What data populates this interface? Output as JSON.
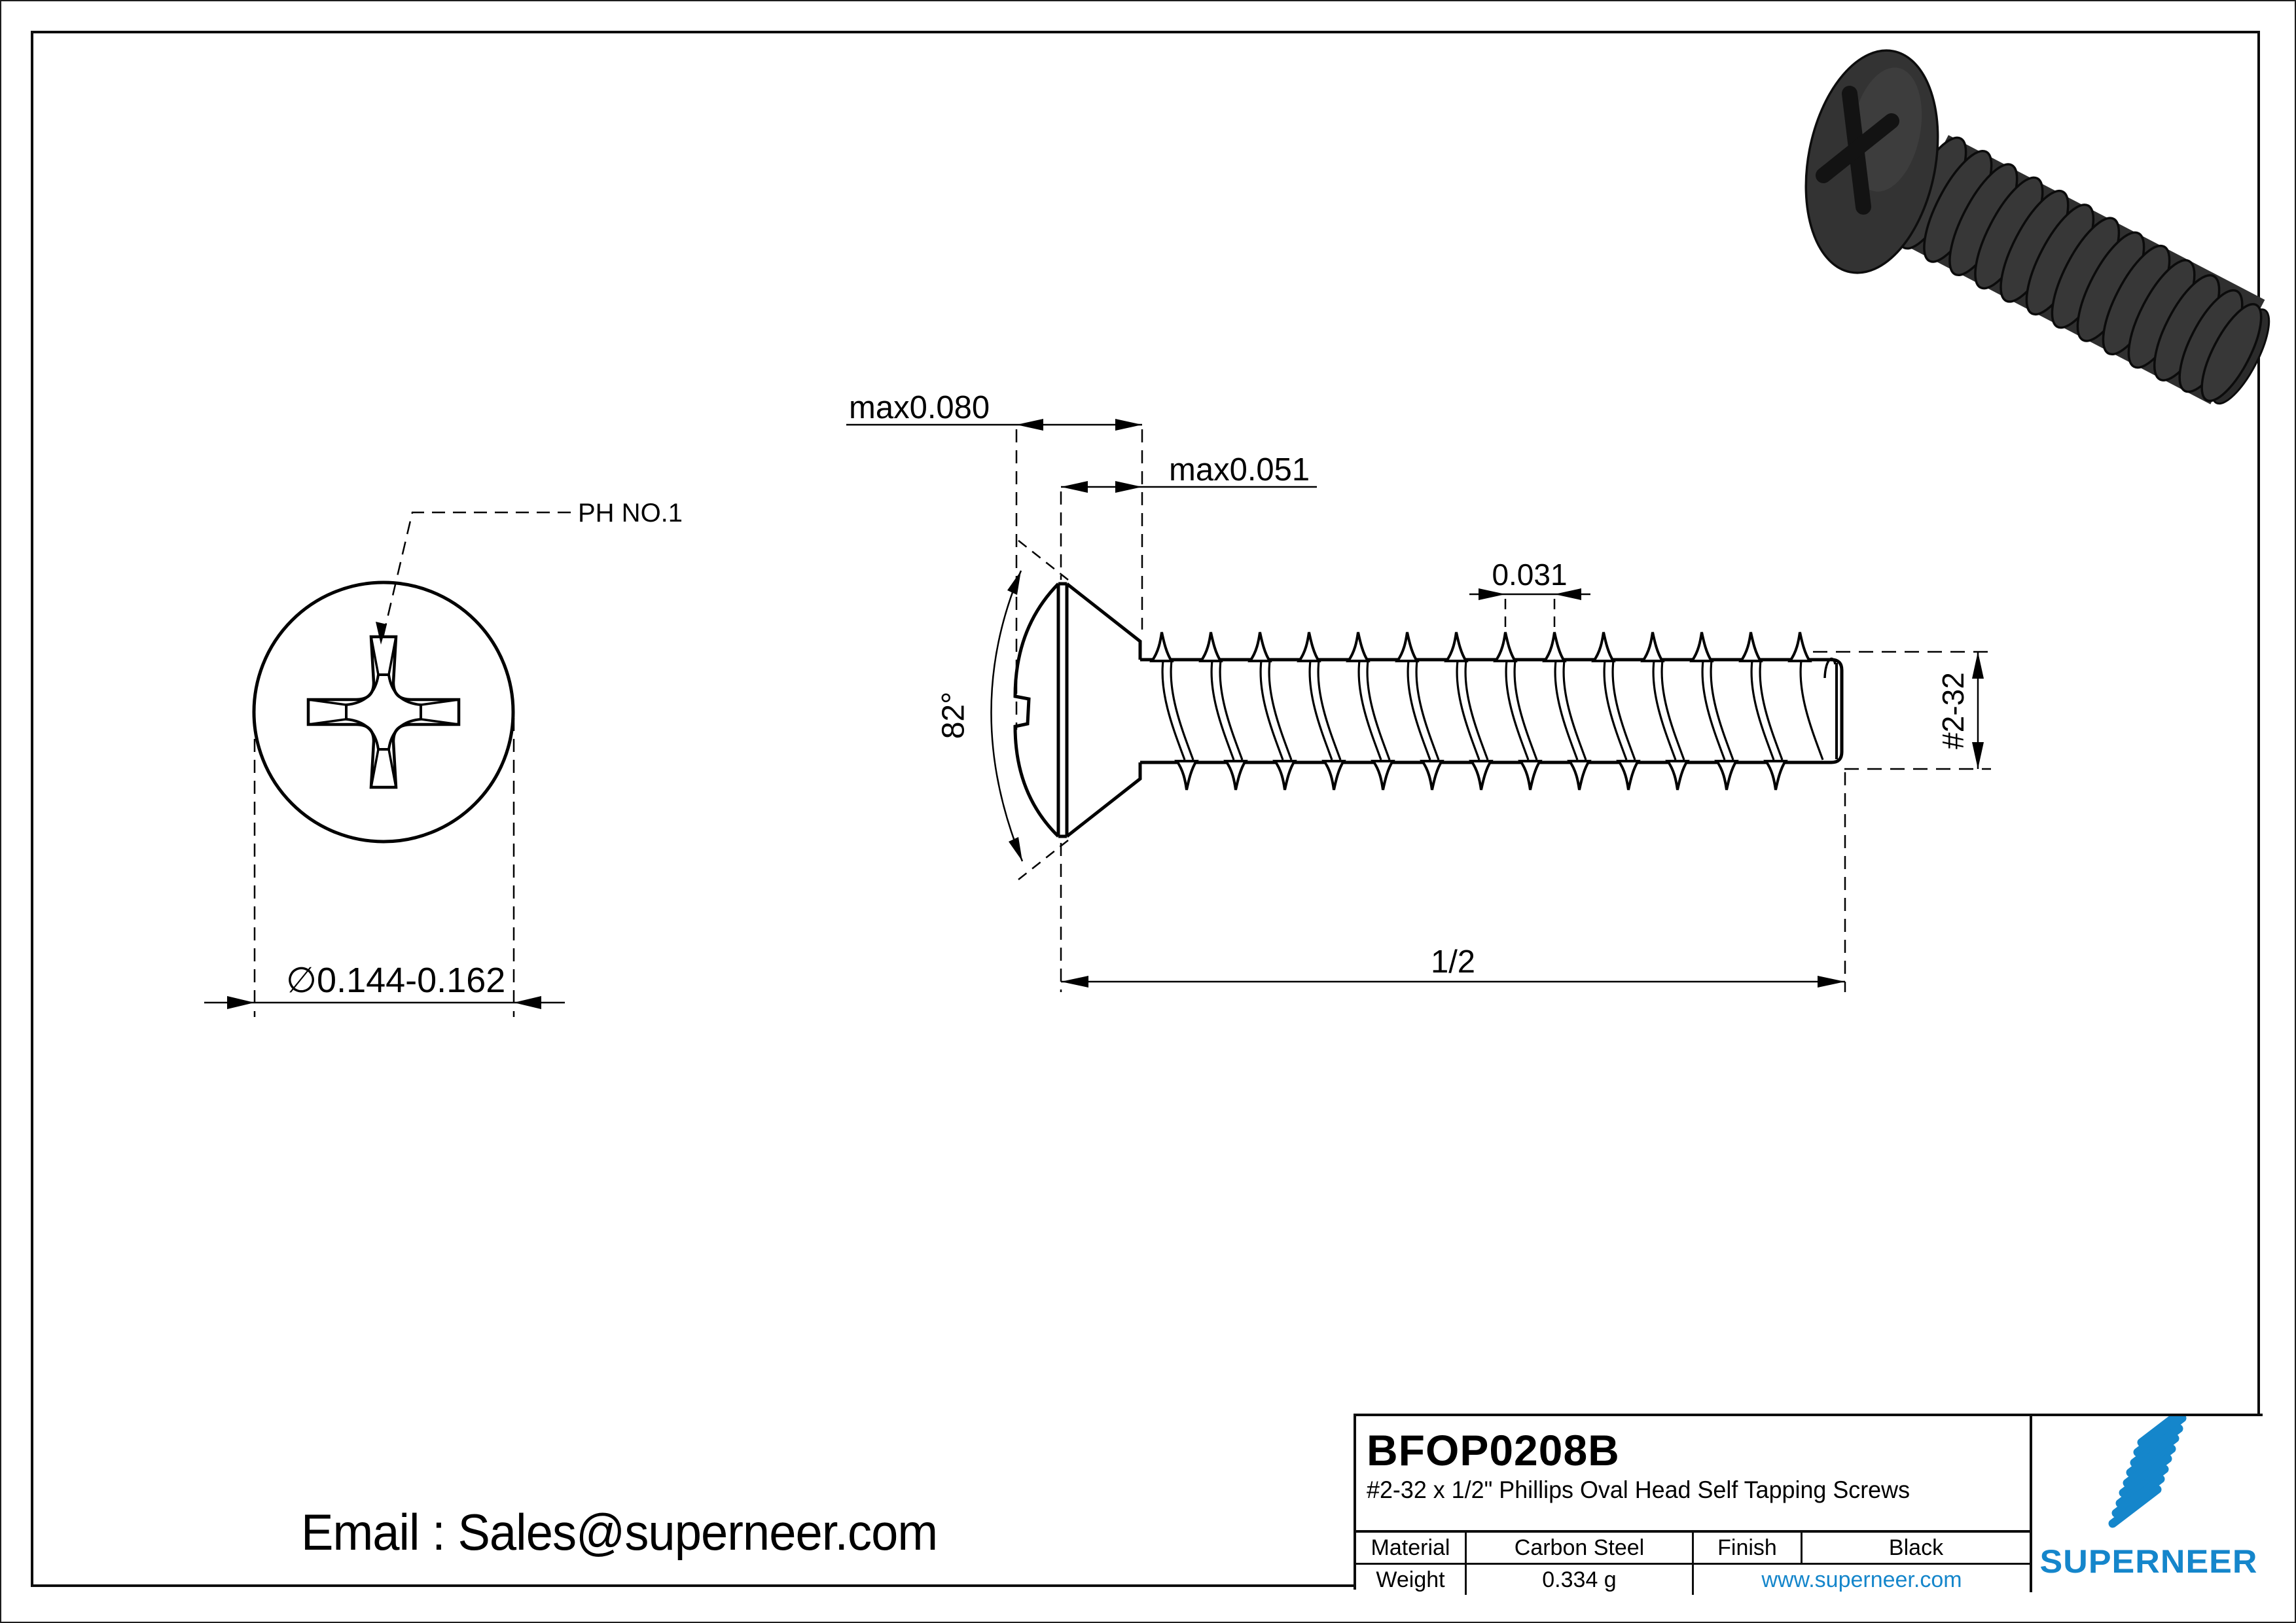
{
  "front_view": {
    "recess_label": "PH NO.1",
    "diameter": "∅0.144-0.162"
  },
  "side_view": {
    "head_height": "max0.080",
    "dome_height": "max0.051",
    "pitch": "0.031",
    "head_angle": "82°",
    "thread_size": "#2-32",
    "length": "1/2"
  },
  "title_block": {
    "part_number": "BFOP0208B",
    "description": "#2-32 x 1/2\" Phillips Oval Head Self Tapping Screws",
    "material_label": "Material",
    "material": "Carbon Steel",
    "finish_label": "Finish",
    "finish": "Black",
    "weight_label": "Weight",
    "weight": "0.334 g",
    "website": "www.superneer.com",
    "brand": "SUPERNEER"
  },
  "footer": {
    "email": "Email : Sales@superneer.com"
  },
  "colors": {
    "accent": "#1586cb",
    "line": "#000000",
    "screw_body": "#333333"
  }
}
